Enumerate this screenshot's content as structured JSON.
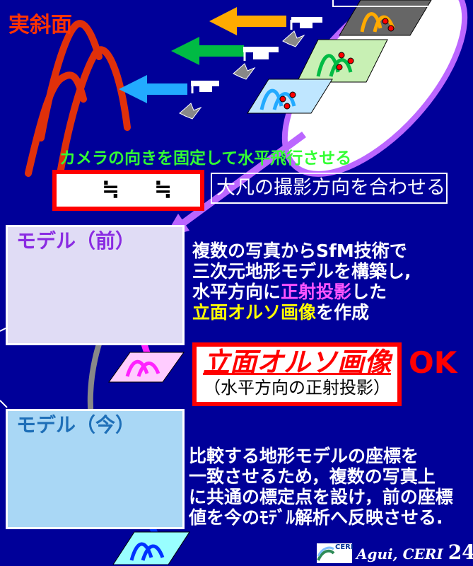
{
  "colors": {
    "background": "#000099",
    "real_slope": "#ff3300",
    "arrow_orange": "#ffaa00",
    "arrow_green": "#00bb44",
    "arrow_blue": "#22aaff",
    "highlight_ring": "#bb66ff",
    "model_before": "#8a2be2",
    "model_now": "#1e6fb8",
    "marker": "#ff0000",
    "caption_green": "#33ff33",
    "emphasis_magenta": "#ff55ff",
    "emphasis_yellow": "#ffff00"
  },
  "labels": {
    "real_slope": "実斜面",
    "camera_caption": "カメラの向きを固定して水平飛行させる",
    "arrow_legend": "←≒←≒←",
    "direction_note": "大凡の撮影方向を合わせる",
    "model_before": "モデル（前）",
    "model_now": "モデル（今）",
    "ortho_title": "立面オルソ画像",
    "ortho_sub": "（水平方向の正射投影）",
    "ok": "OK",
    "logo": "CERI",
    "credit": "Agui, CERI",
    "page_number": "24"
  },
  "paragraph_sfm": {
    "line1": "複数の写真からSfM技術で",
    "line2": "三次元地形モデルを構築し,",
    "line3_a": "水平方向に",
    "line3_b": "正射投影",
    "line3_c": "した",
    "line4_a": "立面オルソ画像",
    "line4_b": "を作成"
  },
  "paragraph_compare": {
    "line1": "比較する地形モデルの座標を",
    "line2": "一致させるため，複数の写真上",
    "line3": "に共通の標定点を設け，前の座標",
    "line4": "値を今のﾓﾃﾞﾙ解析へ反映させる."
  },
  "icons": [
    "drone-icon",
    "photo-tile-icon",
    "marker-dot-icon",
    "arrow-icon"
  ]
}
